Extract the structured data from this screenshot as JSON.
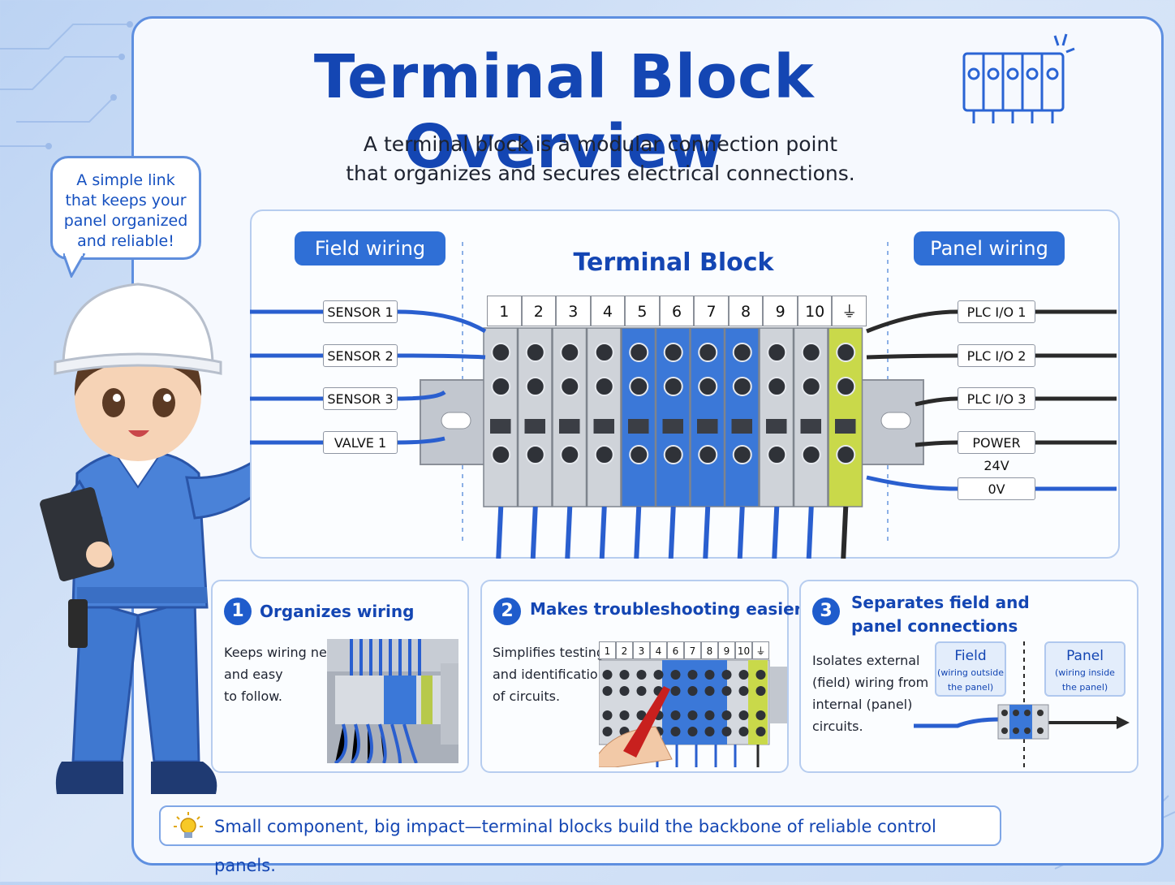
{
  "title": "Terminal Block Overview",
  "subtitle_line1": "A terminal block is a modular connection point",
  "subtitle_line2": "that organizes and secures electrical connections.",
  "bubble": [
    "A simple link",
    "that keeps your",
    "panel organized",
    "and reliable!"
  ],
  "diagram": {
    "field_label": "Field wiring",
    "block_label": "Terminal Block",
    "panel_label": "Panel wiring",
    "field_tags": [
      "SENSOR 1",
      "SENSOR 2",
      "SENSOR 3",
      "VALVE 1"
    ],
    "panel_tags": [
      "PLC I/O 1",
      "PLC I/O 2",
      "PLC I/O 3",
      "POWER 24V",
      "0V"
    ],
    "terminal_numbers": [
      "1",
      "2",
      "3",
      "4",
      "5",
      "6",
      "7",
      "8",
      "9",
      "10",
      "⏚"
    ]
  },
  "panels": [
    {
      "num": "1",
      "heading": "Organizes wiring",
      "text": [
        "Keeps wiring neat",
        "and easy",
        "to follow."
      ]
    },
    {
      "num": "2",
      "heading": "Makes troubleshooting easier",
      "text": [
        "Simplifies testing",
        "and identification",
        "of circuits."
      ],
      "mini_numbers": [
        "1",
        "2",
        "3",
        "4",
        "6",
        "7",
        "8",
        "9",
        "10",
        "⏚"
      ]
    },
    {
      "num": "3",
      "heading": [
        "Separates field and",
        "panel connections"
      ],
      "text": [
        "Isolates external",
        "(field) wiring from",
        "internal (panel)",
        "circuits."
      ],
      "field_box": {
        "title": "Field",
        "sub": [
          "(wiring outside",
          "the panel)"
        ]
      },
      "panel_box": {
        "title": "Panel",
        "sub": [
          "(wiring inside",
          "the panel)"
        ]
      }
    }
  ],
  "footer": "Small component, big impact—terminal blocks build the backbone of reliable control panels.",
  "colors": {
    "accent": "#1446b3",
    "blue_terminal": "#3b78d8",
    "grey_terminal": "#cfd3d9",
    "ground": "#c9d94a",
    "wire_blue": "#2a5fcf",
    "wire_black": "#2a2a2a"
  }
}
